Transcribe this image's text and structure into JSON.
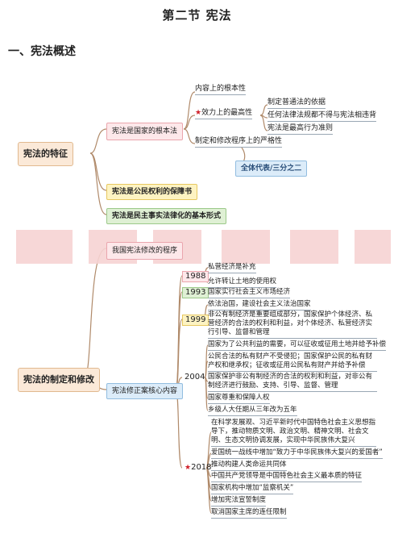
{
  "section_title": "第二节  宪法",
  "subsection_title": "一、宪法概述",
  "map1": {
    "root": "宪法的特征",
    "branch1": "宪法是国家的根本法",
    "branch1_items": {
      "content": "内容上的根本性",
      "effect": "效力上的最高性",
      "effect_sub": [
        "制定普通法的依据",
        "任何法律法规都不得与宪法相违背",
        "宪法是最高行为准则"
      ],
      "procedure": "制定和修改程序上的严格性",
      "procedure_note": "全体代表/三分之二"
    },
    "branch2": "宪法是公民权利的保障书",
    "branch3": "宪法是民主事实法律化的基本形式"
  },
  "map2": {
    "root": "宪法的制定和修改",
    "top_branch": "我国宪法修改的程序",
    "core_branch": "宪法修正案核心内容",
    "years": [
      {
        "year": "1988",
        "items": [
          "私营经济是补充",
          "允许转让土地的使用权"
        ]
      },
      {
        "year": "1993",
        "items": [
          "国家实行社会主义市场经济"
        ]
      },
      {
        "year": "1999",
        "items": [
          "依法治国，建设社会主义法治国家",
          "非公有制经济是重要组成部分，国家保护个体经济、私营经济的合法的权利和利益，对个体经济、私营经济实行引导、监督和管理"
        ]
      },
      {
        "year": "2004",
        "items": [
          "国家为了公共利益的需要，可以征收或征用土地并给予补偿",
          "公民合法的私有财产不受侵犯；国家保护公民的私有财产权和继承权；征收或征用公民私有财产并给予补偿",
          "国家保护非公有制经济的合法的权利和利益，对非公有制经济进行鼓励、支持、引导、监督、管理",
          "国家尊重和保障人权",
          "乡级人大任期从三年改为五年"
        ]
      },
      {
        "year": "2018",
        "items": [
          "在科学发展观、习近平新时代中国特色社会主义思想指导下，推动物质文明、政治文明、精神文明、社会文明、生态文明协调发展，实现中华民族伟大复兴",
          "爱国统一战线中增加“致力于中华民族伟大复兴的爱国者”",
          "推动构建人类命运共同体",
          "中国共产党领导是中国特色社会主义最本质的特征",
          "国家机构中增加“监察机关”",
          "增加宪法宣誓制度",
          "取消国家主席的连任限制"
        ]
      }
    ]
  }
}
